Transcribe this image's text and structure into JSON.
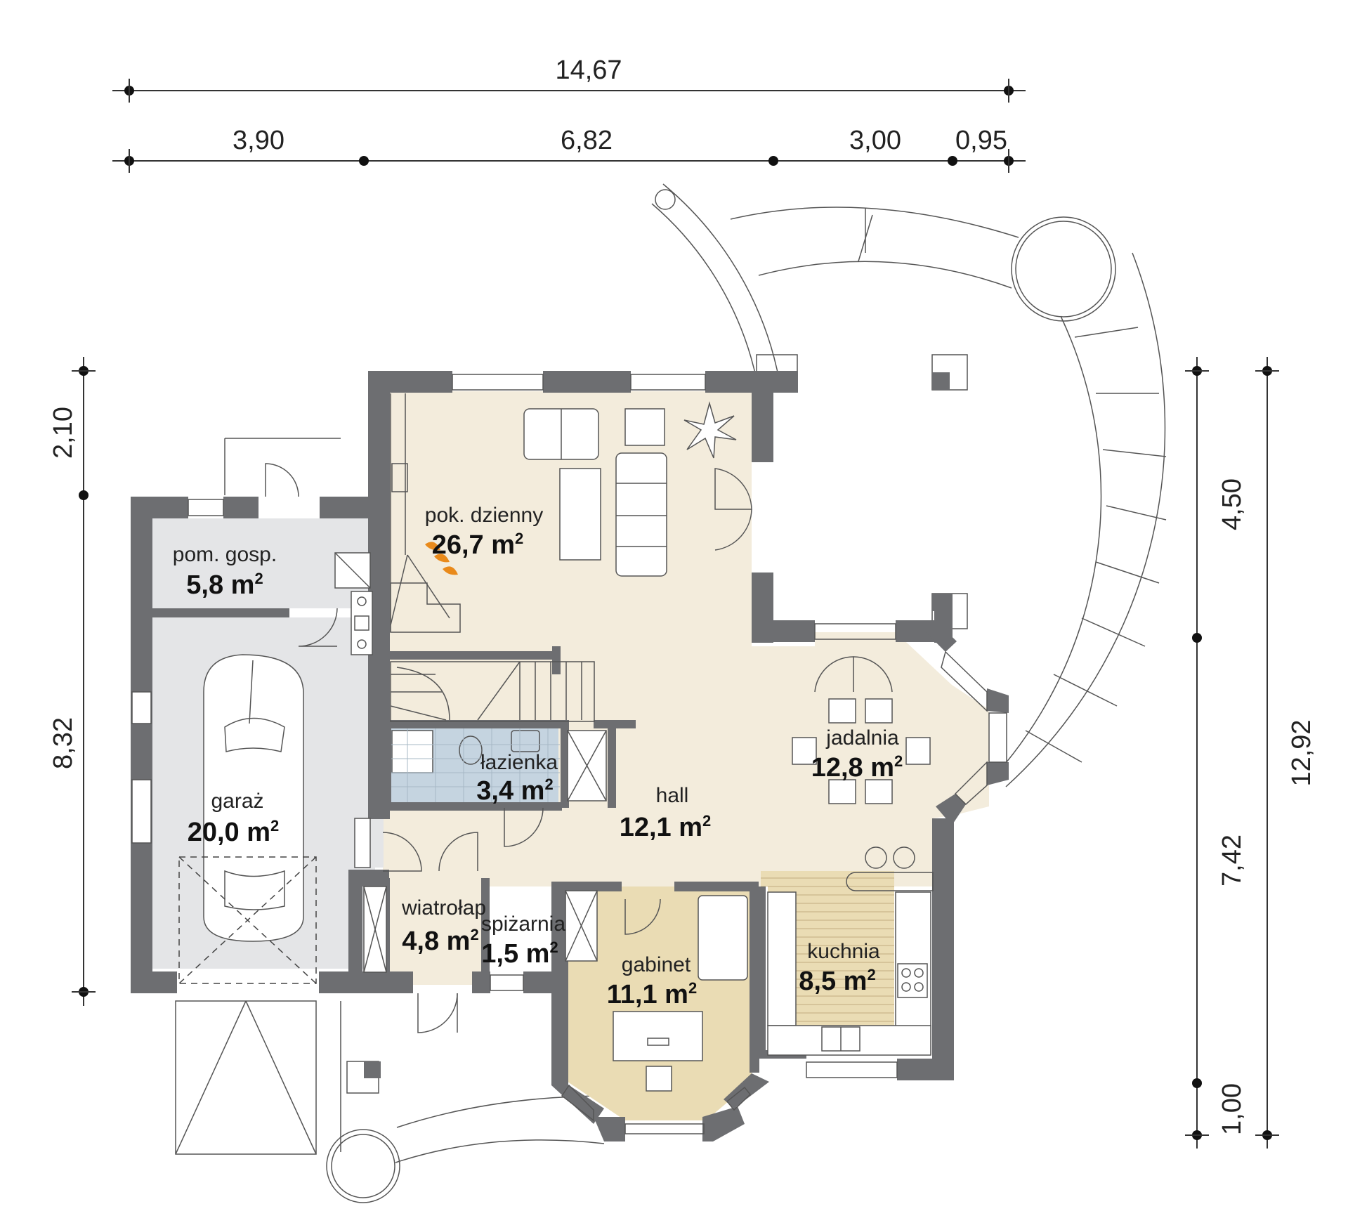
{
  "colors": {
    "wall": "#6d6e71",
    "living": "#f3ecdc",
    "service": "#e4e5e7",
    "bathroom": "#c5d4e0",
    "office": "#eadcb4",
    "fireplace": "#e98a1b"
  },
  "dimensions": {
    "top_total": "14,67",
    "top_segments": [
      "3,90",
      "6,82",
      "3,00",
      "0,95"
    ],
    "left_segments": [
      "2,10",
      "8,32"
    ],
    "right_inner_segments": [
      "4,50",
      "7,42",
      "1,00"
    ],
    "right_total": "12,92"
  },
  "rooms": [
    {
      "id": "living",
      "name": "pok. dzienny",
      "area": "26,7 m",
      "sup": "2"
    },
    {
      "id": "utility",
      "name": "pom. gosp.",
      "area": "5,8 m",
      "sup": "2"
    },
    {
      "id": "garage",
      "name": "garaż",
      "area": "20,0 m",
      "sup": "2"
    },
    {
      "id": "bathroom",
      "name": "łazienka",
      "area": "3,4 m",
      "sup": "2"
    },
    {
      "id": "hall",
      "name": "hall",
      "area": "12,1 m",
      "sup": "2"
    },
    {
      "id": "dining",
      "name": "jadalnia",
      "area": "12,8 m",
      "sup": "2"
    },
    {
      "id": "vestibule",
      "name": "wiatrołap",
      "area": "4,8 m",
      "sup": "2"
    },
    {
      "id": "pantry",
      "name": "spiżarnia",
      "area": "1,5 m",
      "sup": "2"
    },
    {
      "id": "office",
      "name": "gabinet",
      "area": "11,1 m",
      "sup": "2"
    },
    {
      "id": "kitchen",
      "name": "kuchnia",
      "area": "8,5 m",
      "sup": "2"
    }
  ]
}
